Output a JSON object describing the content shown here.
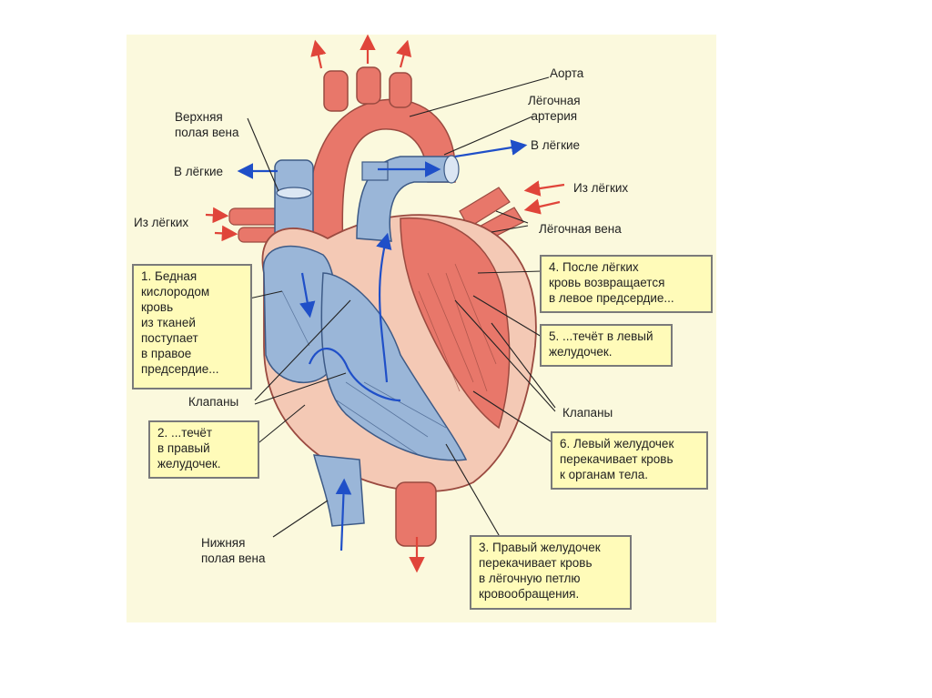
{
  "labels": {
    "aorta": "Аорта",
    "pulmonary_artery": "Лёгочная\nартерия",
    "to_lungs_right": "В лёгкие",
    "to_lungs_left": "В лёгкие",
    "from_lungs_right": "Из лёгких",
    "from_lungs_left": "Из лёгких",
    "superior_vena_cava": "Верхняя\nполая вена",
    "pulmonary_vein": "Лёгочная вена",
    "valves_left": "Клапаны",
    "valves_right": "Клапаны",
    "inferior_vena_cava": "Нижняя\nполая вена"
  },
  "steps": [
    "1. Бедная\n   кислородом\n   кровь\n   из тканей\n   поступает\n   в правое\n   предсердие...",
    "2. ...течёт\n    в правый\n    желудочек.",
    "3. Правый желудочек\n    перекачивает кровь\n    в лёгочную петлю\n    кровообращения.",
    "4. После лёгких\n    кровь возвращается\n    в левое предсердие...",
    "5. ...течёт в левый\n    желудочек.",
    "6. Левый желудочек\n    перекачивает кровь\n    к органам тела."
  ],
  "colors": {
    "panel": "#fbf9dd",
    "box": "#fffbb9",
    "oxygenated": "#e8776a",
    "deoxygenated": "#9ab6d8",
    "flow_arrow_blue": "#1f4fc8",
    "flow_arrow_red": "#e0453a"
  }
}
